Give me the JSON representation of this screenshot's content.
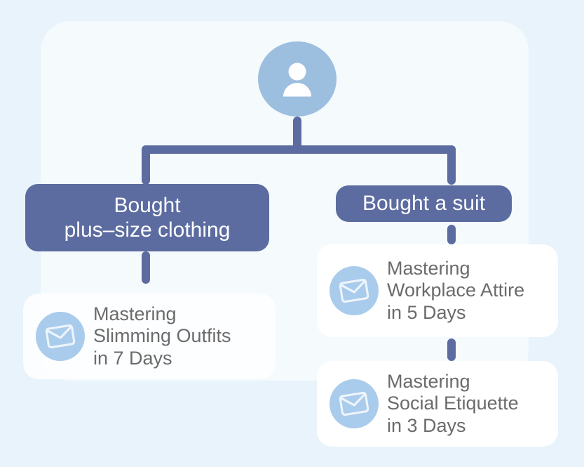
{
  "diagram": {
    "type": "decision-tree",
    "root": {
      "icon": "user-avatar-icon",
      "label": ""
    },
    "branches": [
      {
        "id": "left",
        "label_lines": [
          "Bought",
          "plus–size clothing"
        ],
        "emails": [
          {
            "icon": "envelope-icon",
            "lines": [
              "Mastering",
              "Slimming Outfits",
              "in 7 Days"
            ]
          }
        ]
      },
      {
        "id": "right",
        "label_lines": [
          "Bought a suit"
        ],
        "emails": [
          {
            "icon": "envelope-icon",
            "lines": [
              "Mastering",
              "Workplace Attire",
              "in 5 Days"
            ]
          },
          {
            "icon": "envelope-icon",
            "lines": [
              "Mastering",
              "Social Etiquette",
              "in 3 Days"
            ]
          }
        ]
      }
    ]
  },
  "colors": {
    "page_background": "#E8F3FB",
    "panel_background": "#F5FAFD",
    "node_fill": "#5C6CA0",
    "node_text": "#FFFFFF",
    "connector": "#5C6CA0",
    "avatar_fill": "#9DBFDF",
    "badge_fill": "#A9CBEC",
    "card_background": "#FFFFFF",
    "card_text": "#6B6B6B"
  }
}
